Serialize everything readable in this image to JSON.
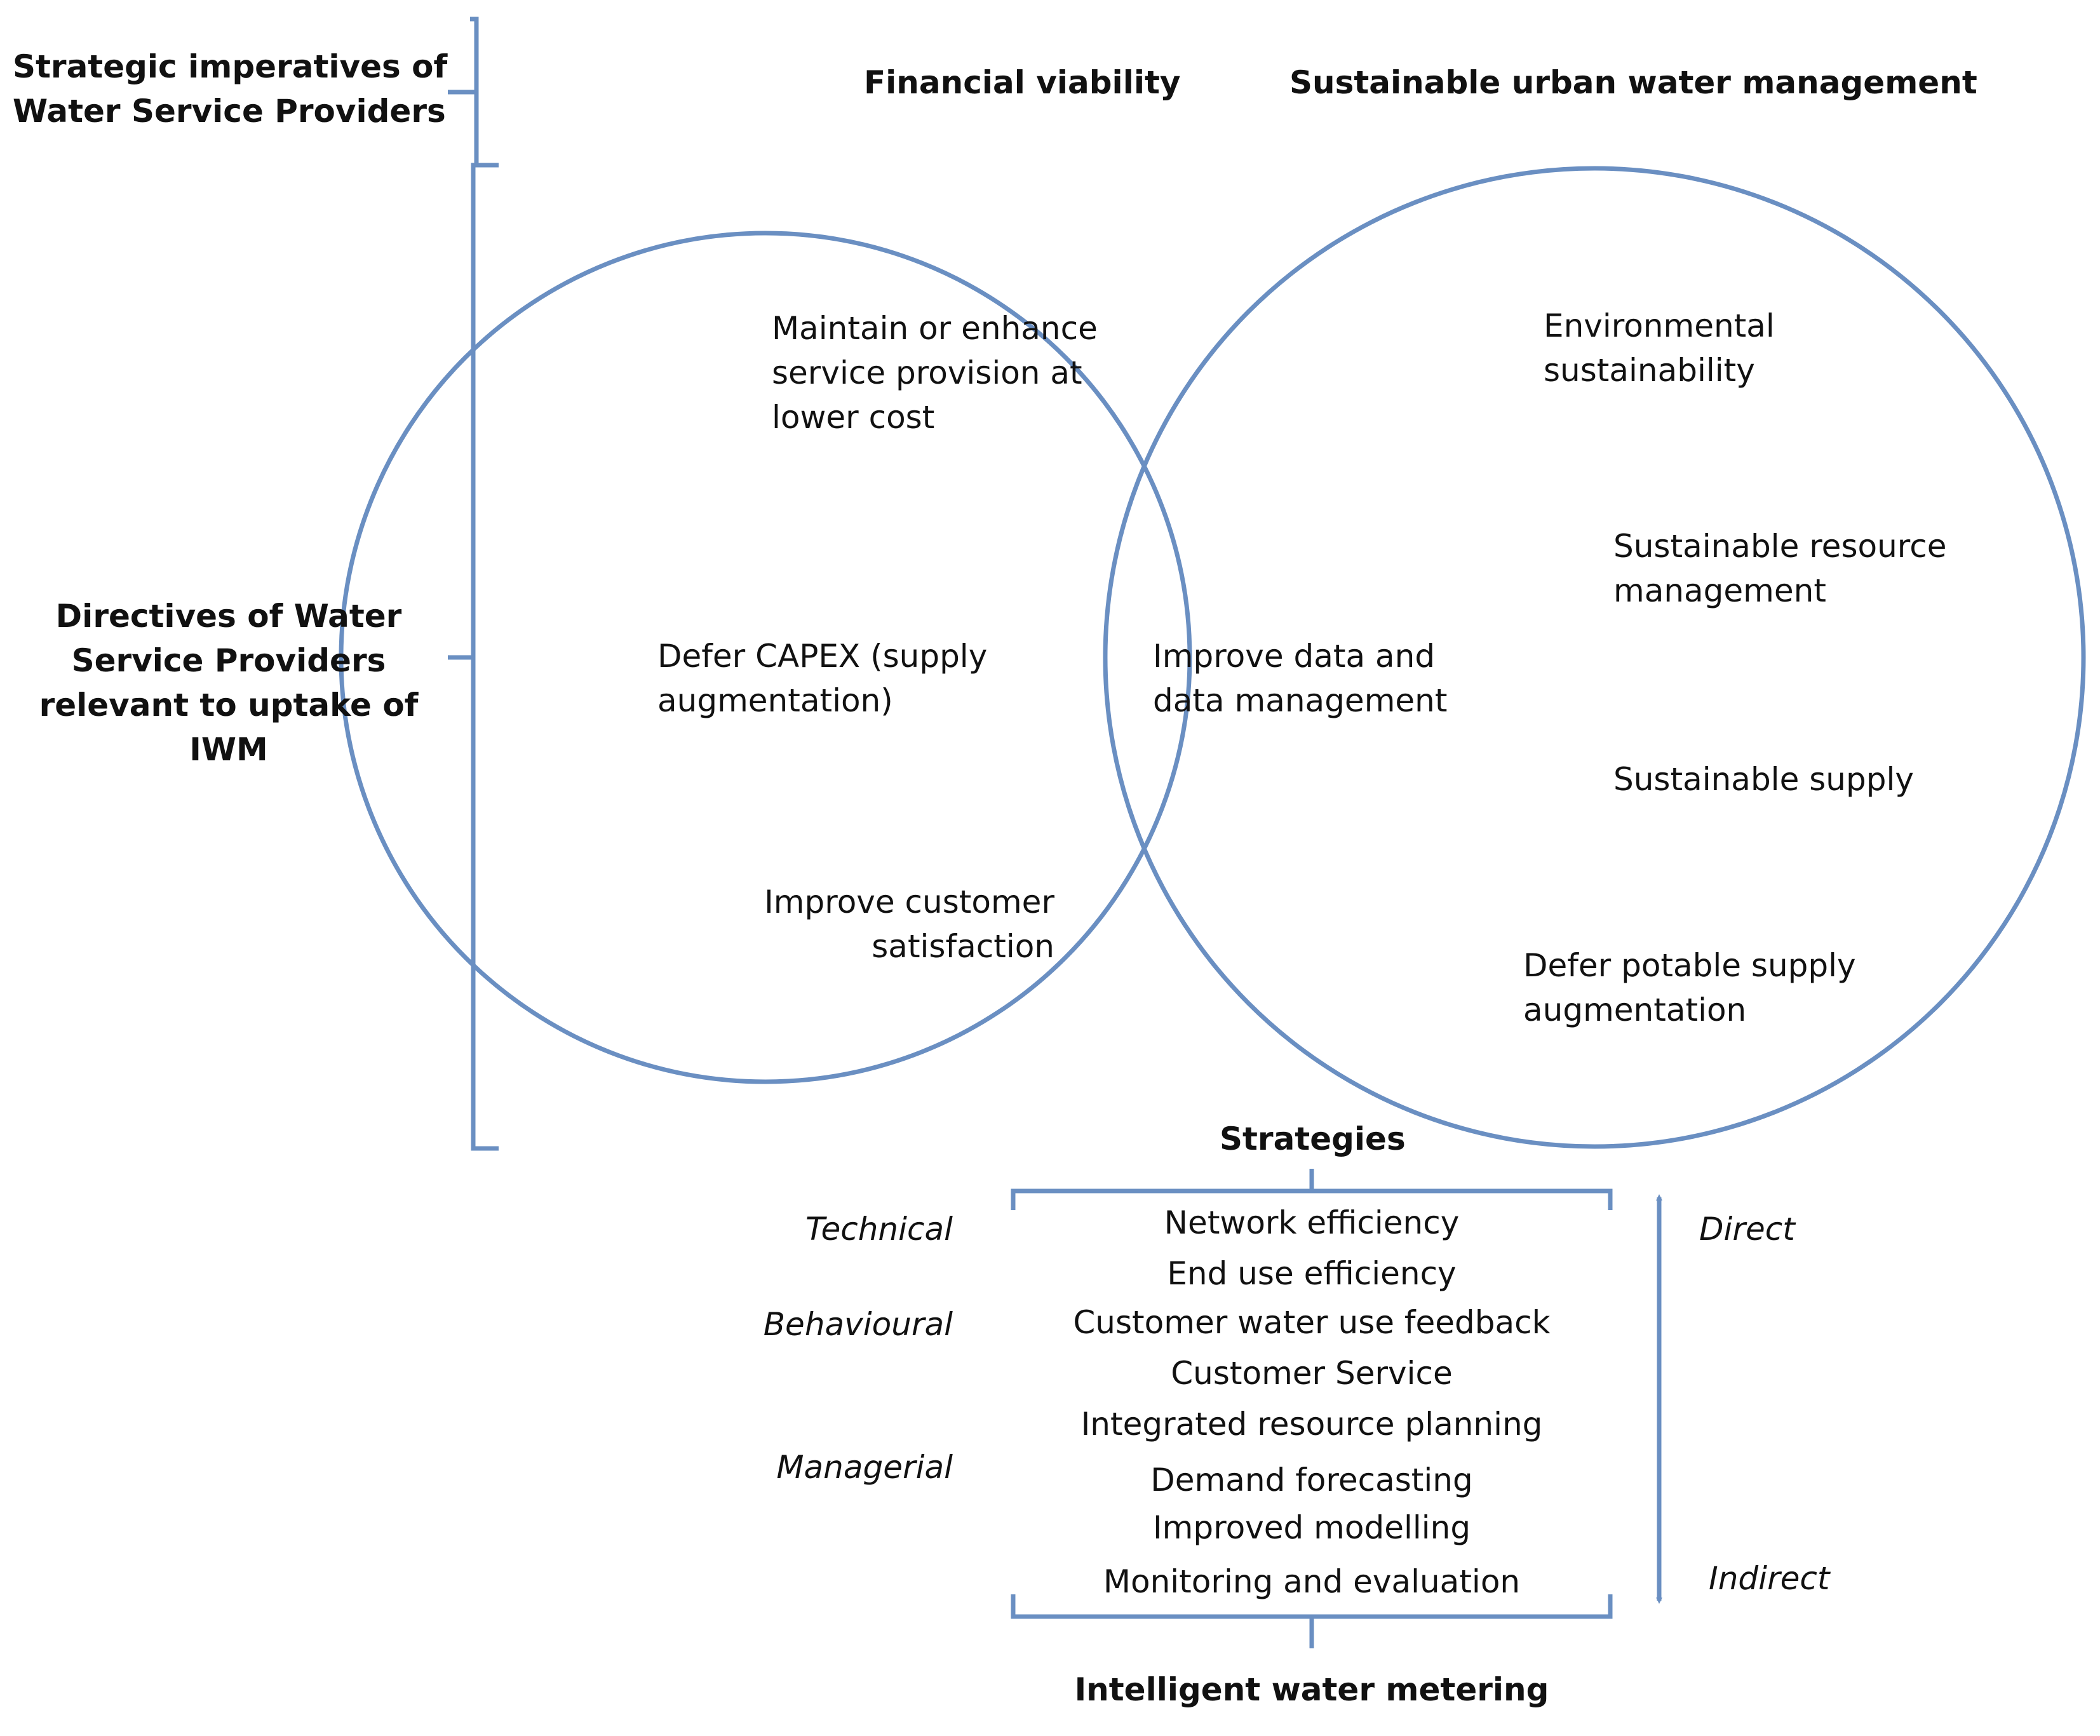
{
  "colors": {
    "outline": "#6a8fc2",
    "text": "#111111"
  },
  "left_labels": {
    "imperatives": [
      "Strategic imperatives of",
      "Water Service Providers"
    ],
    "directives": [
      "Directives of Water",
      "Service Providers",
      "relevant to uptake of",
      "IWM"
    ]
  },
  "headers": {
    "financial": "Financial viability",
    "sustainable": "Sustainable urban water management"
  },
  "left_circle": {
    "item1": [
      "Maintain or enhance",
      "service provision at",
      "lower cost"
    ],
    "item2": [
      "Defer CAPEX  (supply",
      "augmentation)"
    ],
    "item3": [
      "Improve customer",
      "satisfaction"
    ]
  },
  "overlap": [
    "Improve data and",
    "data management"
  ],
  "right_circle": {
    "item1": [
      "Environmental",
      "sustainability"
    ],
    "item2": [
      "Sustainable resource",
      "management"
    ],
    "item3": "Sustainable supply",
    "item4": [
      "Defer potable supply",
      "augmentation"
    ]
  },
  "strategies": {
    "title": "Strategies",
    "categories": {
      "technical": "Technical",
      "behavioural": "Behavioural",
      "managerial": "Managerial"
    },
    "items": [
      "Network efficiency",
      "End use efficiency",
      "Customer water use feedback",
      "Customer Service",
      "Integrated resource planning",
      "Demand forecasting",
      "Improved modelling",
      "Monitoring and evaluation"
    ],
    "arrow_top": "Direct",
    "arrow_bottom": "Indirect"
  },
  "footer": "Intelligent water metering"
}
